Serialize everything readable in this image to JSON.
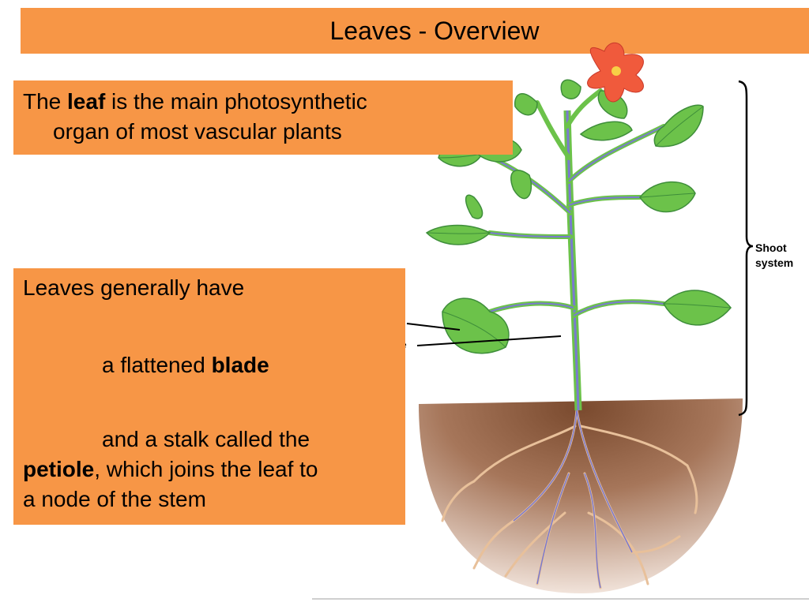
{
  "slide": {
    "title": "Leaves - Overview",
    "box1": {
      "prefix": "The ",
      "bold": "leaf",
      "suffix": " is the main photosynthetic",
      "line2": "organ of most vascular plants"
    },
    "box2": {
      "line1": "Leaves generally have",
      "line2_prefix": "a flattened ",
      "line2_bold": "blade",
      "line3": "and a stalk called the",
      "line4_bold": "petiole",
      "line4_suffix": ", which joins the leaf to",
      "line5": "a node of the stem"
    },
    "diagram": {
      "brace_label_1": "Shoot",
      "brace_label_2": "system"
    }
  },
  "colors": {
    "accent": "#F79646",
    "leaf": "#6CC24A",
    "leaf_dark": "#3E8E3A",
    "stem": "#7A7ACF",
    "flower": "#F05A3C",
    "soil_dark": "#8A5A3C",
    "soil_light": "#D9B9A4",
    "root": "#E8C09A"
  }
}
